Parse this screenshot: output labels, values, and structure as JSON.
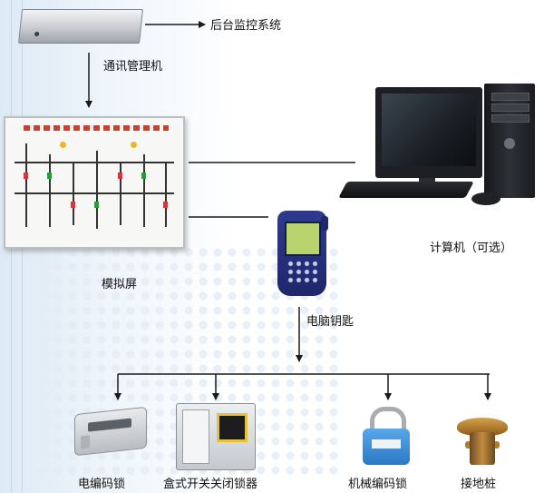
{
  "labels": {
    "backend": "后台监控系统",
    "comm_manager": "通讯管理机",
    "mimic_screen": "模拟屏",
    "computer": "计算机（可选）",
    "computer_key": "电脑钥匙",
    "electric_lock": "电编码锁",
    "box_switch_lock": "盒式开关关闭锁器",
    "mechanical_lock": "机械编码锁",
    "ground_pile": "接地桩"
  }
}
